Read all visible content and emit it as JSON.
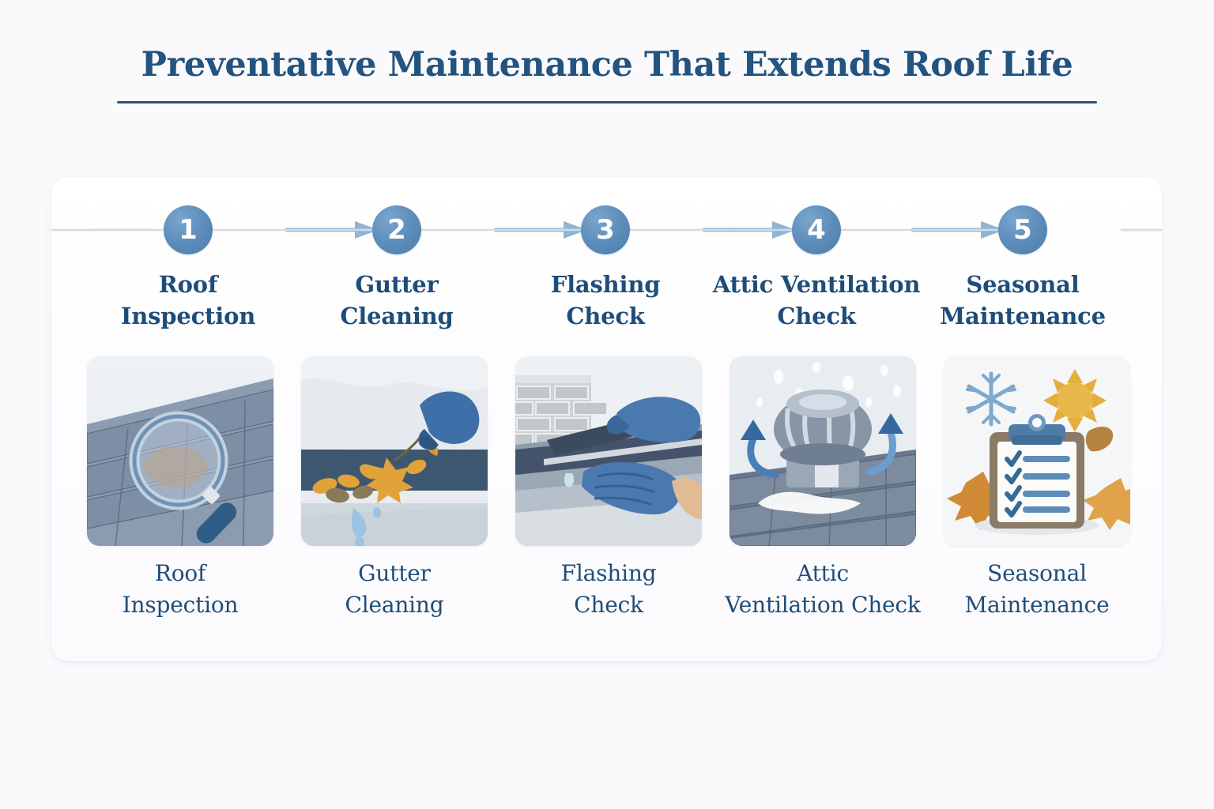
{
  "header": {
    "title": "Preventative Maintenance That Extends Roof Life",
    "rule_color": "#2d557d",
    "title_color": "#23537f"
  },
  "theme": {
    "background": "#faf9fc",
    "card_background": "#ffffff",
    "accent_blue": "#5c8cba",
    "navy_text": "#1f4d7a",
    "connector_blue": "#8fb4d4",
    "connector_faint": "#d6dde6"
  },
  "steps": [
    {
      "number": "1",
      "label": "Roof\nInspection",
      "caption": "Roof\nInspection",
      "image": "roof-inspection-magnifier-shingles"
    },
    {
      "number": "2",
      "label": "Gutter\nCleaning",
      "caption": "Gutter\nCleaning",
      "image": "gutter-cleaning-gloved-hand-leaves"
    },
    {
      "number": "3",
      "label": "Flashing\nCheck",
      "caption": "Flashing\nCheck",
      "image": "flashing-check-chimney-gloved-hands"
    },
    {
      "number": "4",
      "label": "Attic Ventilation\nCheck",
      "caption": "Attic\nVentilation Check",
      "image": "attic-ventilation-turbine-vent-airflow"
    },
    {
      "number": "5",
      "label": "Seasonal\nMaintenance",
      "caption": "Seasonal\nMaintenance",
      "image": "seasonal-maintenance-clipboard-checklist"
    }
  ]
}
